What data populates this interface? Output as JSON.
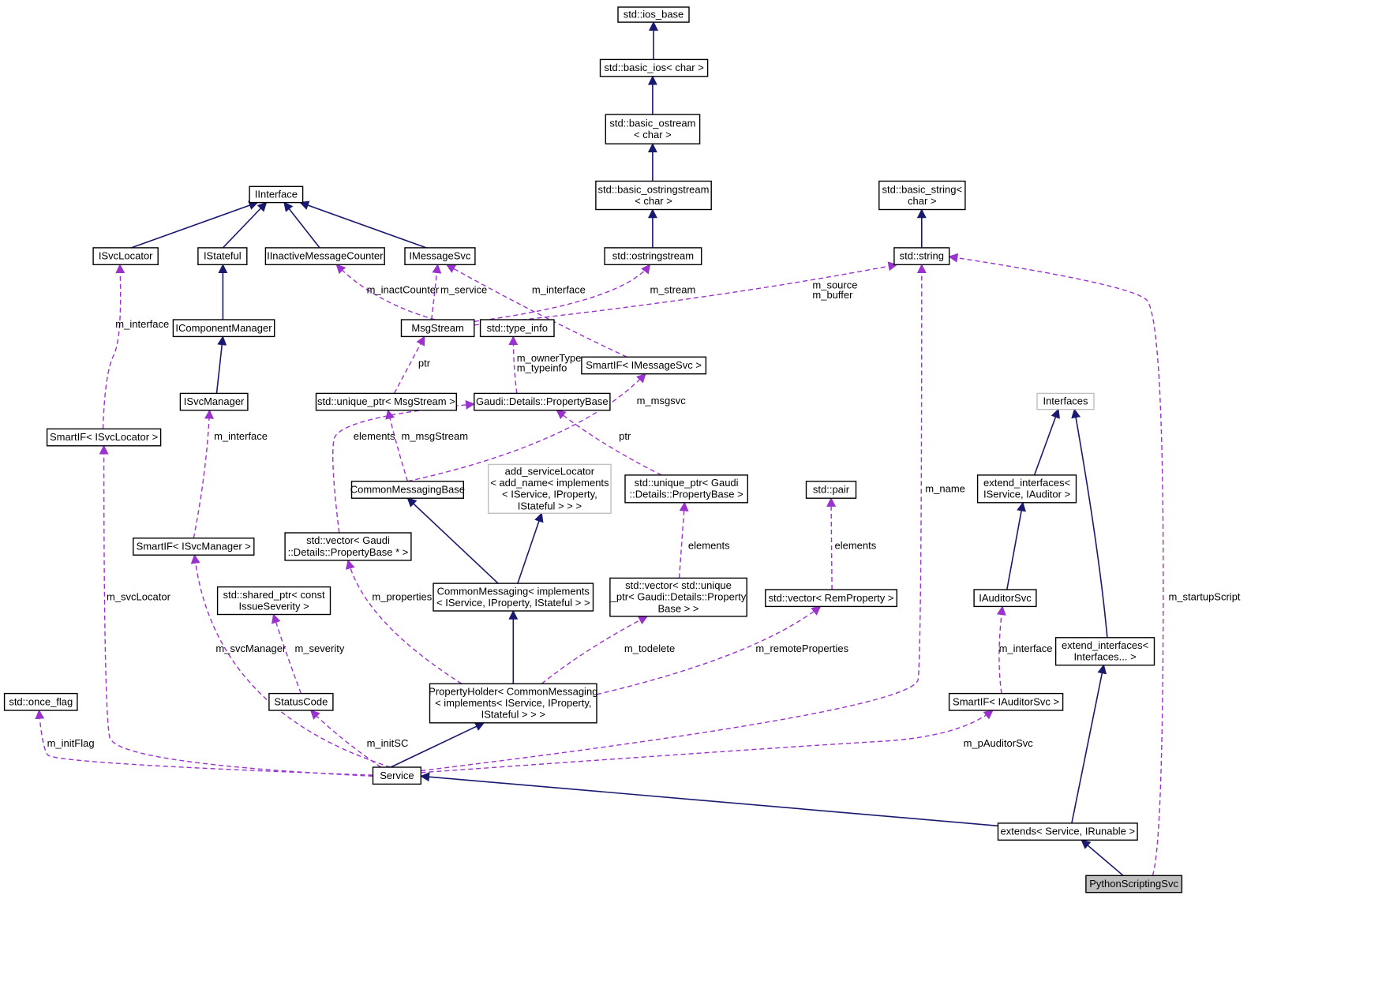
{
  "colors": {
    "inheritance_edge": "#191970",
    "usage_edge": "#9a32cd",
    "selected_node_fill": "#bfbfbf",
    "undocumented_node_border": "#bfbfbf"
  },
  "nodes": {
    "ios_base": [
      "std::ios_base"
    ],
    "basic_ios": [
      "std::basic_ios< char >"
    ],
    "basic_ostream": [
      "std::basic_ostream",
      "< char >"
    ],
    "basic_ostringstream": [
      "std::basic_ostringstream",
      "< char >"
    ],
    "ostringstream": [
      "std::ostringstream"
    ],
    "basic_string": [
      "std::basic_string<",
      "char >"
    ],
    "string": [
      "std::string"
    ],
    "iinterface": [
      "IInterface"
    ],
    "isvclocator": [
      "ISvcLocator"
    ],
    "istateful": [
      "IStateful"
    ],
    "iinactive": [
      "IInactiveMessageCounter"
    ],
    "imessagesvc": [
      "IMessageSvc"
    ],
    "icomponentmanager": [
      "IComponentManager"
    ],
    "msgstream": [
      "MsgStream"
    ],
    "type_info": [
      "std::type_info"
    ],
    "smartif_imsgsvc": [
      "SmartIF< IMessageSvc >"
    ],
    "isvcmanager": [
      "ISvcManager"
    ],
    "unique_ptr_msgstream": [
      "std::unique_ptr< MsgStream >"
    ],
    "propertybase": [
      "Gaudi::Details::PropertyBase"
    ],
    "interfaces": [
      "Interfaces"
    ],
    "smartif_isvclocator": [
      "SmartIF< ISvcLocator >"
    ],
    "commonmessagingbase": [
      "CommonMessagingBase"
    ],
    "add_servicelocator": [
      "add_serviceLocator",
      "< add_name< implements",
      "< IService, IProperty,",
      "IStateful > > >"
    ],
    "unique_ptr_propbase": [
      "std::unique_ptr< Gaudi",
      "::Details::PropertyBase >"
    ],
    "pair": [
      "std::pair"
    ],
    "extend_interfaces_auditor": [
      "extend_interfaces<",
      "IService, IAuditor >"
    ],
    "smartif_isvcmanager": [
      "SmartIF< ISvcManager >"
    ],
    "vector_propbase_ptr": [
      "std::vector< Gaudi",
      "::Details::PropertyBase * >"
    ],
    "commonmessaging": [
      "CommonMessaging< implements",
      "< IService, IProperty, IStateful > >"
    ],
    "vector_unique_ptr": [
      "std::vector< std::unique",
      "_ptr< Gaudi::Details::Property",
      "Base > >"
    ],
    "vector_remproperty": [
      "std::vector< RemProperty >"
    ],
    "iauditorsvc": [
      "IAuditorSvc"
    ],
    "shared_ptr": [
      "std::shared_ptr< const",
      "IssueSeverity >"
    ],
    "extend_interfaces_generic": [
      "extend_interfaces<",
      "Interfaces... >"
    ],
    "once_flag": [
      "std::once_flag"
    ],
    "statuscode": [
      "StatusCode"
    ],
    "propertyholder": [
      "PropertyHolder< CommonMessaging",
      "< implements< IService, IProperty,",
      "IStateful > > >"
    ],
    "smartif_iauditorsvc": [
      "SmartIF< IAuditorSvc >"
    ],
    "service": [
      "Service"
    ],
    "extends": [
      "extends< Service, IRunable >"
    ],
    "pythonscriptingsvc": [
      "PythonScriptingSvc"
    ]
  },
  "edge_labels": {
    "m_interface_svcloc": "m_interface",
    "m_inactcounter": "m_inactCounter",
    "m_service": "m_service",
    "m_interface_msgsvc": "m_interface",
    "m_stream": "m_stream",
    "m_source": "m_source",
    "m_buffer": "m_buffer",
    "ptr_msgstream": "ptr",
    "m_ownertype": "m_ownerType",
    "m_typeinfo": "m_typeinfo",
    "m_msgsvc": "m_msgsvc",
    "m_interface_svcmgr": "m_interface",
    "elements_vecprop": "elements",
    "m_msgstream": "m_msgStream",
    "ptr_propbase": "ptr",
    "m_name": "m_name",
    "elements_uniqueptr": "elements",
    "elements_pair": "elements",
    "m_svclocator": "m_svcLocator",
    "m_properties": "m_properties",
    "m_startupscript": "m_startupScript",
    "m_svcmanager": "m_svcManager",
    "m_severity": "m_severity",
    "m_todelete": "m_todelete",
    "m_remoteproperties": "m_remoteProperties",
    "m_interface_auditor": "m_interface",
    "m_initflag": "m_initFlag",
    "m_initsc": "m_initSC",
    "m_pauditorsvc": "m_pAuditorSvc"
  }
}
